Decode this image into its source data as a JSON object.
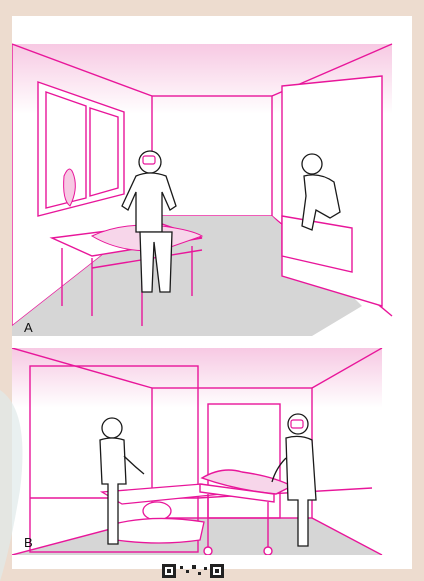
{
  "panels": [
    {
      "id": "A",
      "label": "A"
    },
    {
      "id": "B",
      "label": "B"
    }
  ],
  "colors": {
    "accent": "#e8169a",
    "line": "#1a1a1a",
    "floor": "#d6d6d6",
    "background": "#eddccf"
  },
  "icons": {
    "qr_code": "qr-code-icon"
  }
}
